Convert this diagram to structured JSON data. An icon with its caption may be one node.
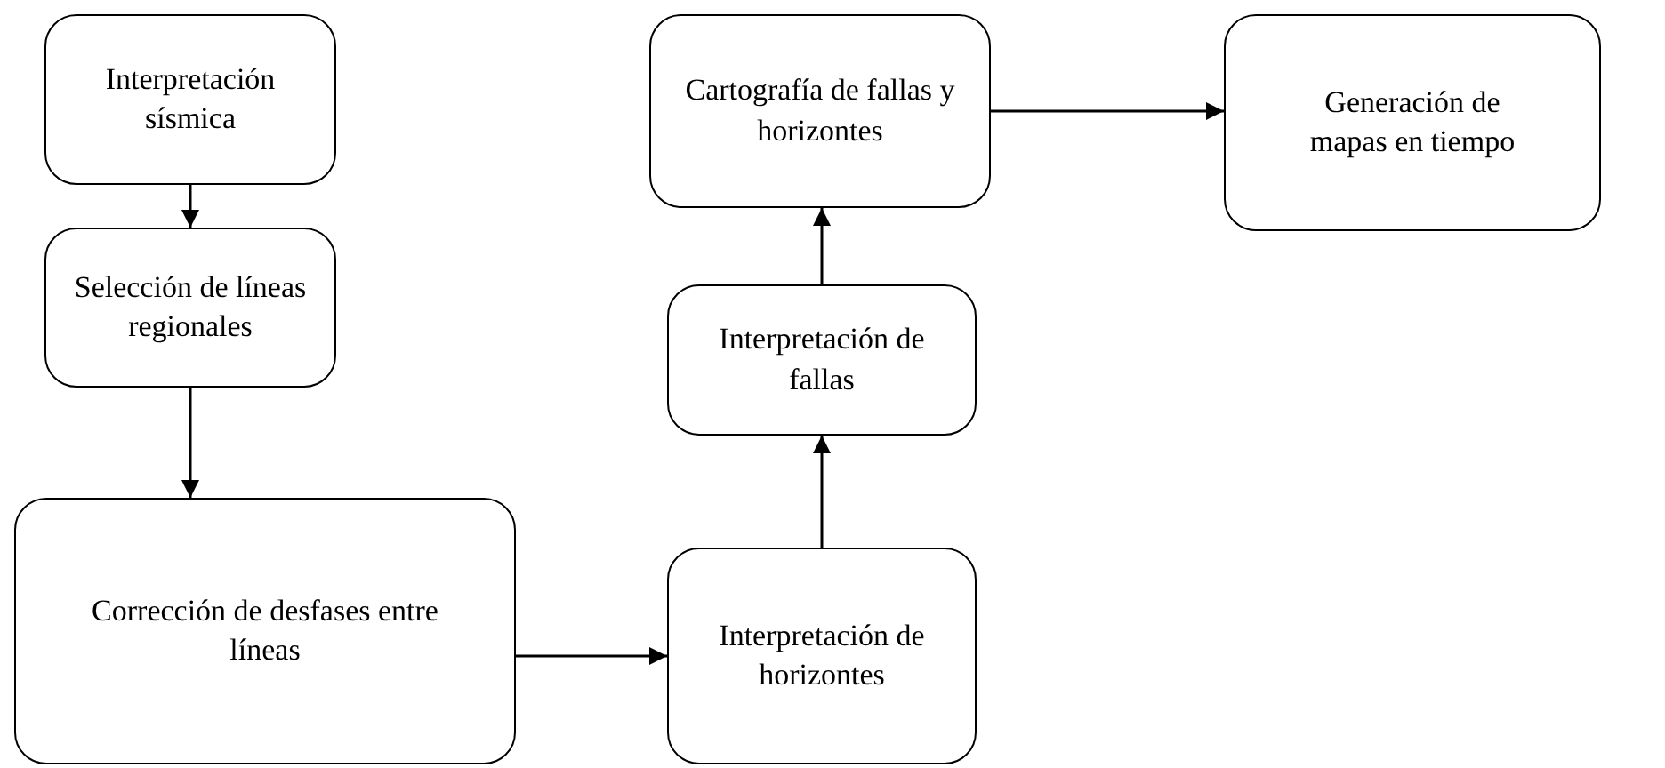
{
  "diagram": {
    "nodes": [
      {
        "text": [
          "Interpretación sísmica"
        ]
      },
      {
        "text": [
          "Selección de líneas regionales"
        ]
      },
      {
        "text": [
          "Corrección de desfases entre líneas"
        ]
      },
      {
        "text": [
          "Interpretación de horizontes"
        ]
      },
      {
        "text": [
          "Interpretación de fallas"
        ]
      },
      {
        "text": [
          "Cartografía de fallas y horizontes"
        ]
      },
      {
        "text": [
          "Generación de mapas en tiempo"
        ]
      }
    ],
    "edges": [
      {
        "from": 0,
        "to": 1,
        "arrow": "to"
      },
      {
        "from": 1,
        "to": 2,
        "arrow": "to"
      },
      {
        "from": 2,
        "to": 3,
        "arrow": "to"
      },
      {
        "from": 3,
        "to": 4,
        "arrow": "to"
      },
      {
        "from": 4,
        "to": 5,
        "arrow": "to"
      },
      {
        "from": 5,
        "to": 6,
        "arrow": "to"
      }
    ]
  }
}
